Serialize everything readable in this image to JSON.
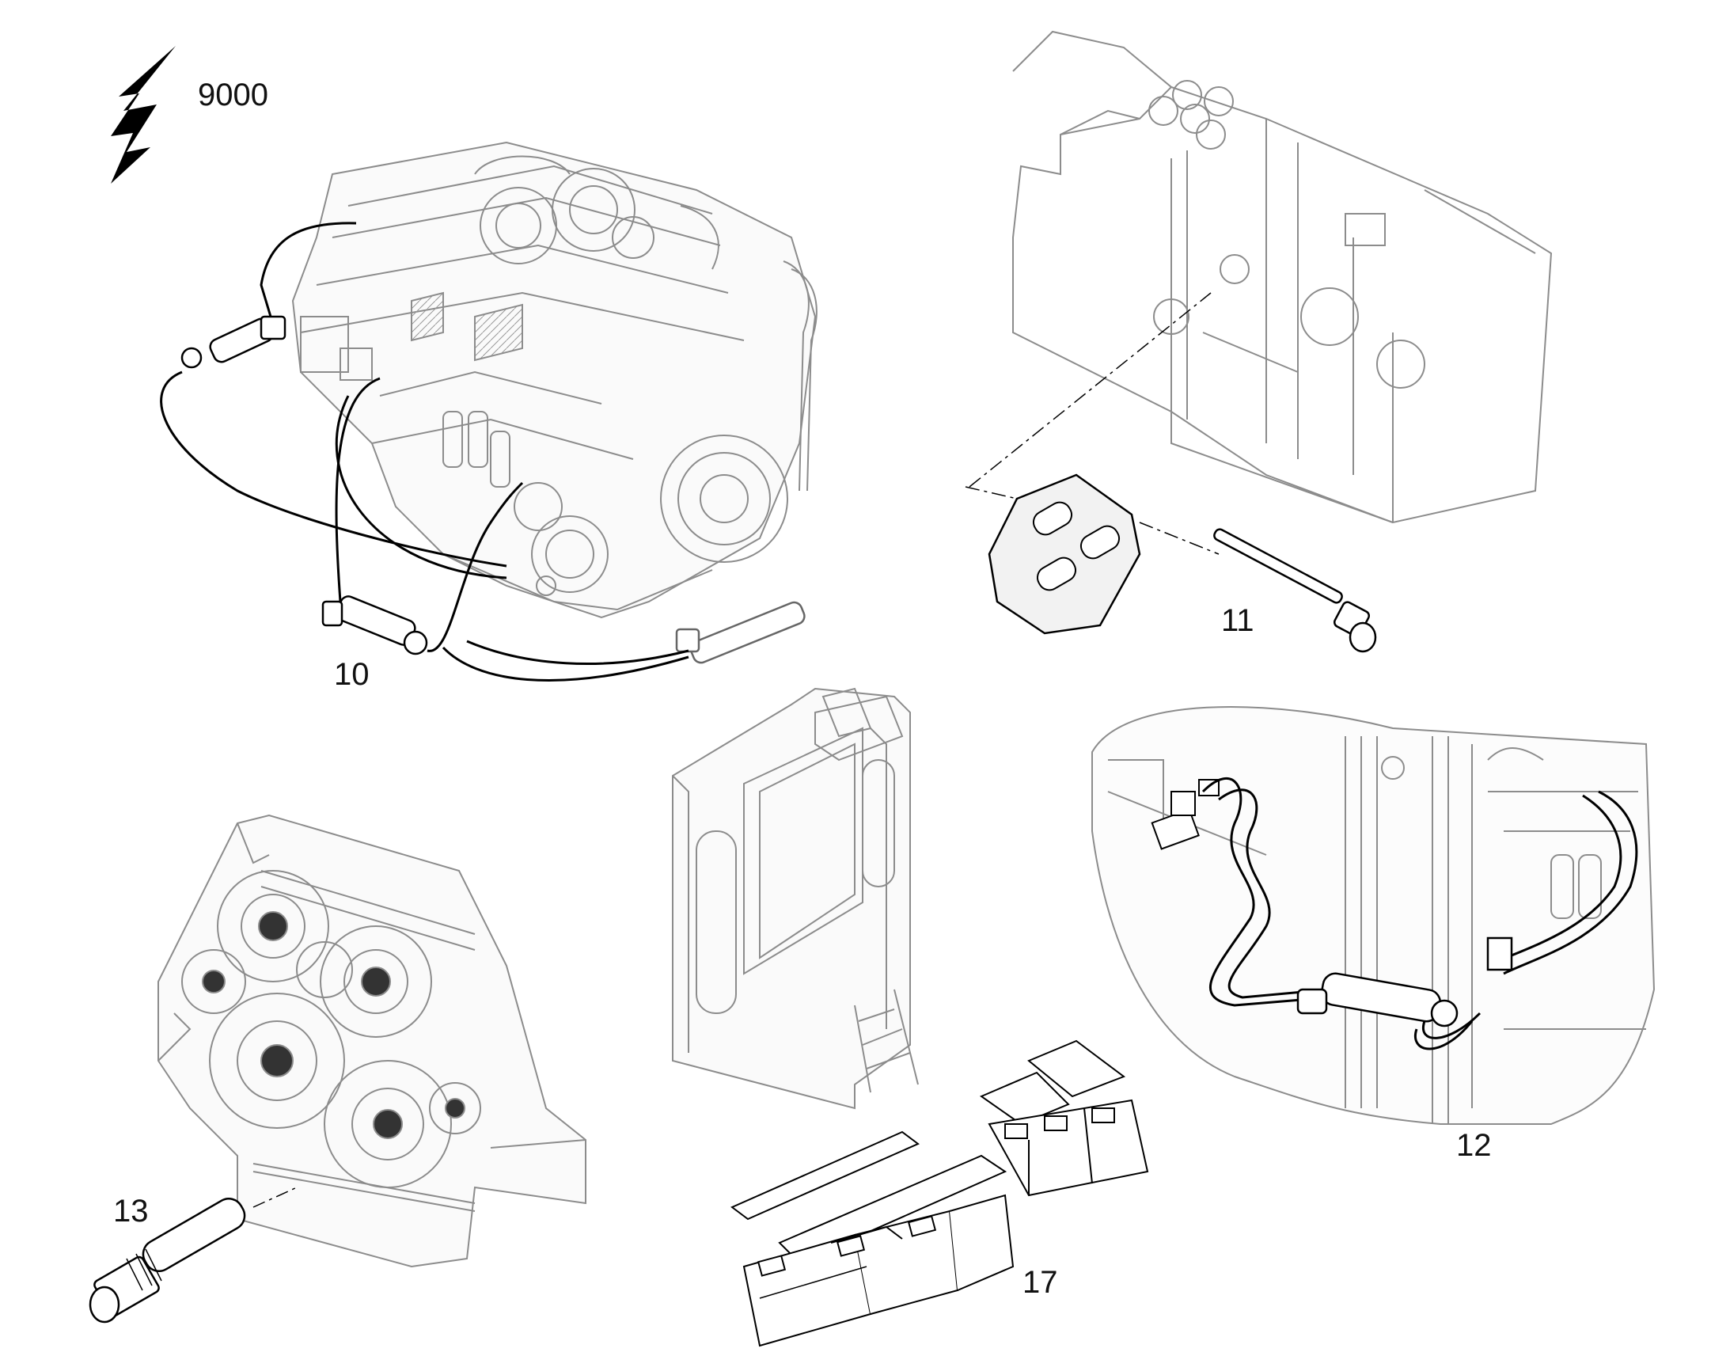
{
  "symbol": {
    "icon": "lightning-bolt-arrow-icon",
    "code": "9000"
  },
  "callouts": {
    "c10": "10",
    "c11": "11",
    "c12": "12",
    "c13": "13",
    "c17": "17"
  },
  "colors": {
    "line": "#000000",
    "ghost": "#8c8c8c",
    "detail": "#444444"
  }
}
